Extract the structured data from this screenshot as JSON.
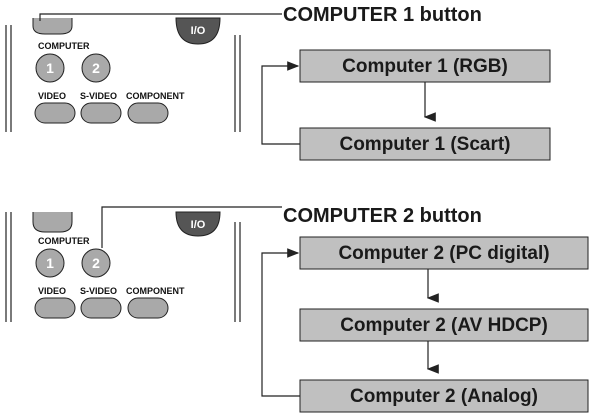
{
  "remote_labels": {
    "computer": "COMPUTER",
    "btn1": "1",
    "btn2": "2",
    "video": "VIDEO",
    "svideo": "S-VIDEO",
    "component": "COMPONENT",
    "io_fragment": "I/O"
  },
  "section1": {
    "callout": "COMPUTER 1 button",
    "box1": "Computer 1 (RGB)",
    "box2": "Computer 1 (Scart)"
  },
  "section2": {
    "callout": "COMPUTER 2 button",
    "box1": "Computer 2 (PC digital)",
    "box2": "Computer 2 (AV HDCP)",
    "box3": "Computer 2 (Analog)"
  },
  "colors": {
    "box_fill": "#c0c0c0",
    "button_fill": "#a9a9a9",
    "line": "#222222"
  }
}
